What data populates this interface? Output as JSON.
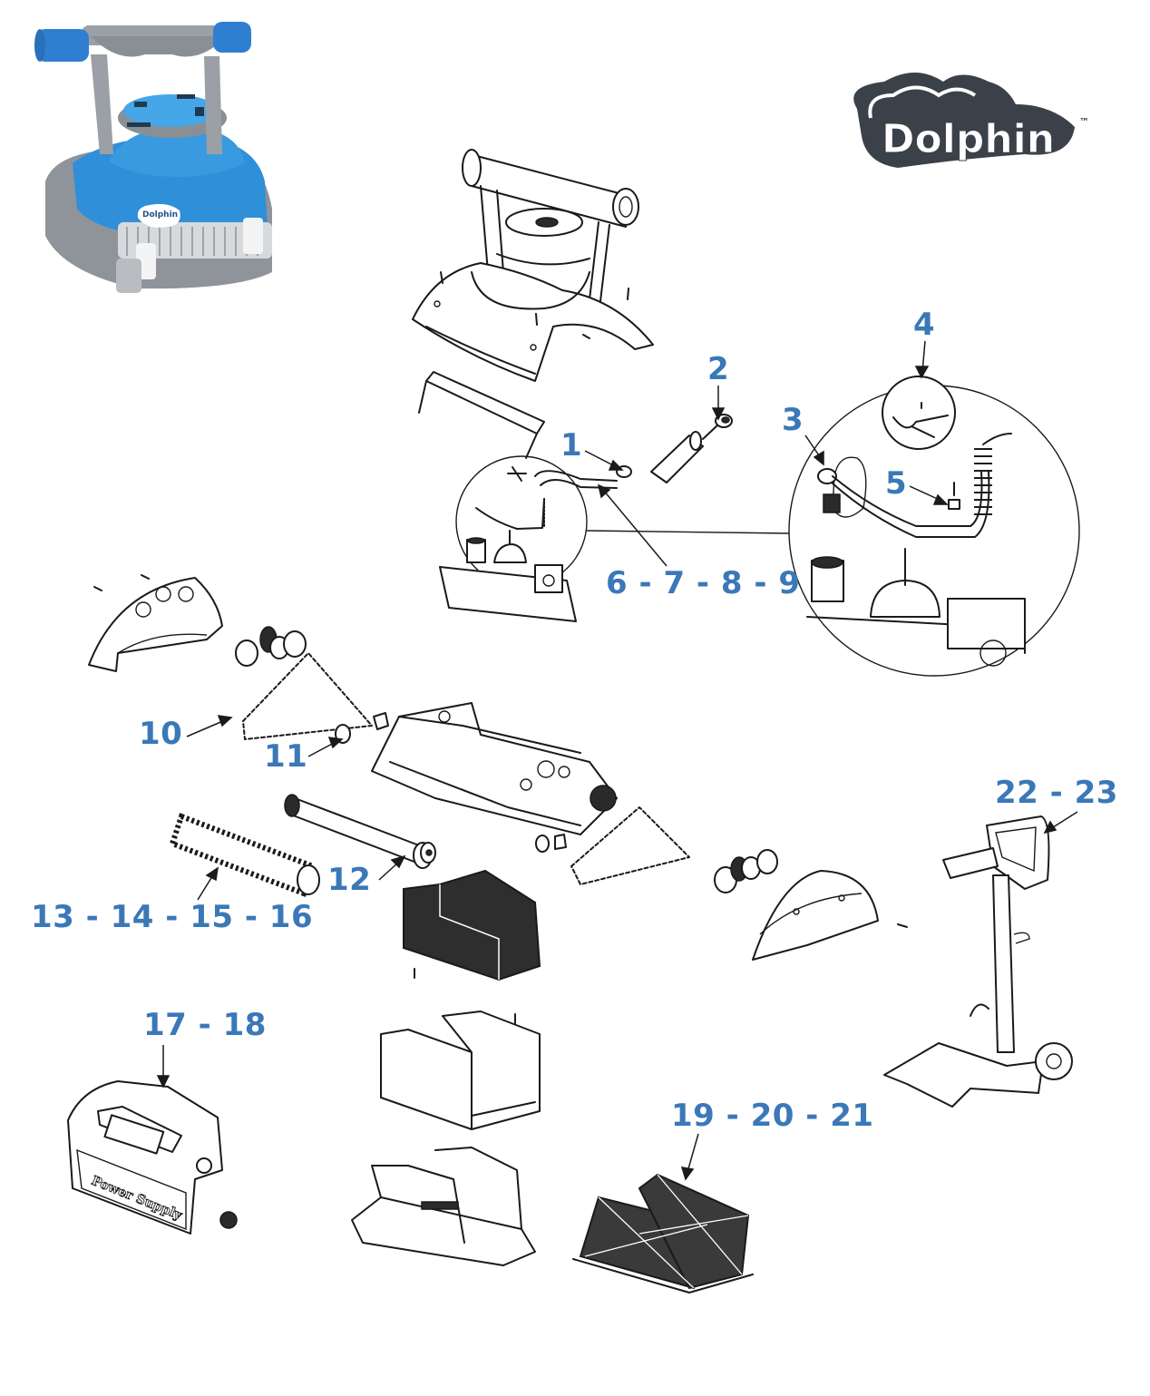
{
  "brand": {
    "logo_text": "Dolphin",
    "trademark": "™",
    "logo_color": "#3b4148"
  },
  "product_photo": {
    "badge_text": "Dolphin",
    "colors": {
      "body": "#2f8fd8",
      "frame": "#8a8f95"
    }
  },
  "label_color": "#3a78b8",
  "callouts": [
    {
      "id": "1",
      "text": "1"
    },
    {
      "id": "2",
      "text": "2"
    },
    {
      "id": "3",
      "text": "3"
    },
    {
      "id": "4",
      "text": "4"
    },
    {
      "id": "5",
      "text": "5"
    },
    {
      "id": "6-9",
      "text": "6 - 7 - 8 - 9"
    },
    {
      "id": "10",
      "text": "10"
    },
    {
      "id": "11",
      "text": "11"
    },
    {
      "id": "12",
      "text": "12"
    },
    {
      "id": "13-16",
      "text": "13 - 14 - 15 - 16"
    },
    {
      "id": "17-18",
      "text": "17 - 18"
    },
    {
      "id": "19-21",
      "text": "19 - 20 - 21"
    },
    {
      "id": "22-23",
      "text": "22 - 23"
    }
  ],
  "power_supply": {
    "printed_text": "Power Supply"
  }
}
